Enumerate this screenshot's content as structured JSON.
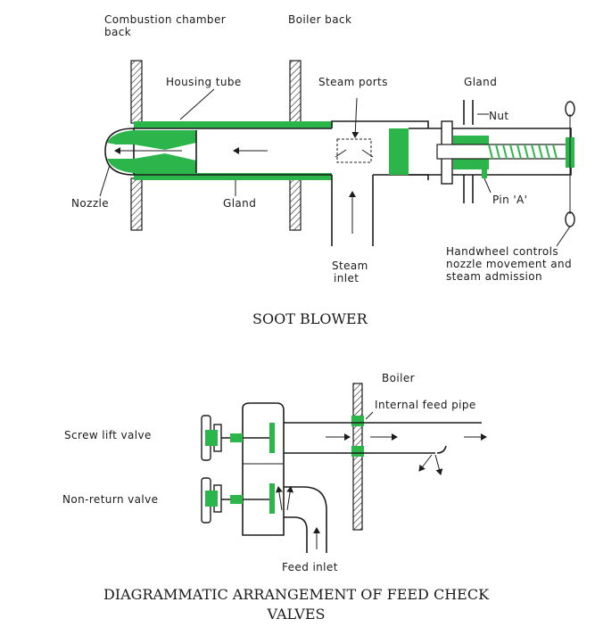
{
  "soot_blower": {
    "labels": {
      "combustion_chamber_back_1": "Combustion chamber",
      "combustion_chamber_back_2": "back",
      "boiler_back": "Boiler back",
      "housing_tube": "Housing tube",
      "steam_ports": "Steam ports",
      "gland_top": "Gland",
      "nut": "Nut",
      "nozzle": "Nozzle",
      "gland_bottom": "Gland",
      "pin_a": "Pin 'A'",
      "steam_inlet_1": "Steam",
      "steam_inlet_2": "inlet",
      "handwheel_1": "Handwheel controls",
      "handwheel_2": "nozzle movement and",
      "handwheel_3": "steam admission"
    },
    "caption": "SOOT BLOWER"
  },
  "feed_check": {
    "labels": {
      "boiler": "Boiler",
      "internal_feed_pipe": "Internal feed pipe",
      "screw_lift_valve": "Screw lift valve",
      "non_return_valve": "Non-return valve",
      "feed_inlet": "Feed inlet"
    },
    "caption_line1": "DIAGRAMMATIC ARRANGEMENT OF FEED CHECK",
    "caption_line2": "VALVES"
  },
  "colors": {
    "ink": "#1c1c1c",
    "highlight_green": "#2bb54a",
    "background": "#ffffff"
  }
}
